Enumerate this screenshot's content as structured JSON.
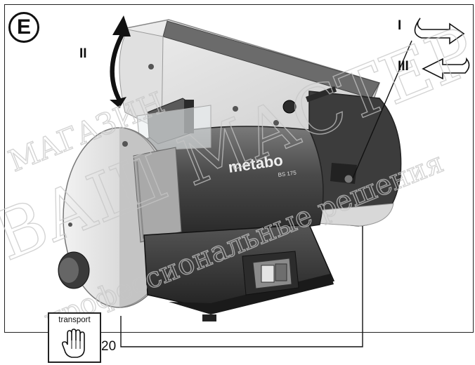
{
  "figure": {
    "marker": "E",
    "labels": {
      "i": "I",
      "ii": "II",
      "iii": "III",
      "callout": "20"
    },
    "brand": "metabo",
    "model": "BS 175",
    "transport_label": "transport",
    "watermark": {
      "line1": "МАГАЗИН",
      "line2": "ВАШ МАСТЕР",
      "line3": "профессиональные решения"
    }
  }
}
